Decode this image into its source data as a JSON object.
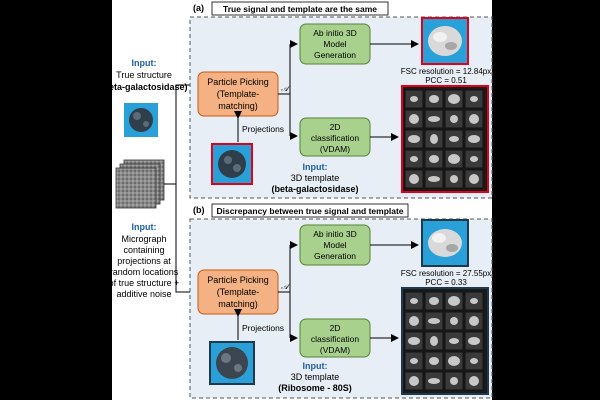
{
  "colors": {
    "background": "#000000",
    "panel_fill": "#e8eef6",
    "panel_border": "#555555",
    "picking_fill": "#f4b183",
    "picking_border": "#c55a11",
    "green_fill": "#a9d18e",
    "green_border": "#548235",
    "input_label": "#1f5fa8",
    "highlight_red": "#e3001b",
    "highlight_dark": "#1f3a4f",
    "blob_blue": "#2aa0d8"
  },
  "left": {
    "input_label": "Input:",
    "structure_line1": "True structure",
    "structure_line2": "(beta-galactosidase)",
    "micrograph_label": "Input:",
    "micrograph_lines": [
      "Micrograph",
      "containing",
      "projections at",
      "random locations",
      "of true structure +",
      "additive noise"
    ]
  },
  "panel_a": {
    "title": "(a)",
    "heading": "True signal and template are the same",
    "picking": [
      "Particle Picking",
      "(Template-",
      "matching)"
    ],
    "symbol": "𝒜",
    "abinitio": [
      "Ab initio 3D",
      "Model",
      "Generation"
    ],
    "classification": [
      "2D",
      "classification",
      "(VDAM)"
    ],
    "projections": "Projections",
    "fsc": "FSC resolution = 12.84px",
    "pcc": "PCC = 0.51",
    "template_label": "Input:",
    "template_lines": [
      "3D template",
      "(beta-galactosidase)"
    ]
  },
  "panel_b": {
    "title": "(b)",
    "heading": "Discrepancy between true signal and template",
    "picking": [
      "Particle Picking",
      "(Template-",
      "matching)"
    ],
    "symbol": "𝒜",
    "abinitio": [
      "Ab initio 3D",
      "Model",
      "Generation"
    ],
    "classification": [
      "2D",
      "classification",
      "(VDAM)"
    ],
    "projections": "Projections",
    "fsc": "FSC resolution = 27.55px",
    "pcc": "PCC = 0.33",
    "template_label": "Input:",
    "template_lines": [
      "3D template",
      "(Ribosome - 80S)"
    ]
  }
}
